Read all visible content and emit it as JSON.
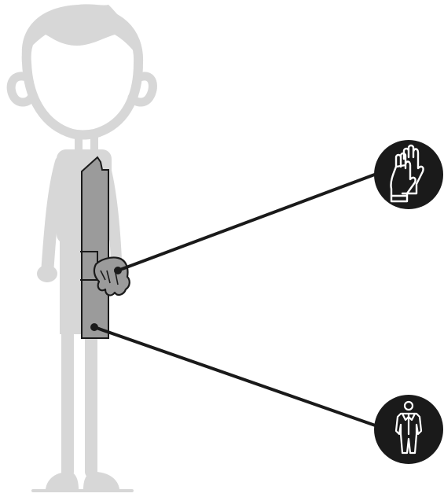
{
  "figure": {
    "subject": "person-silhouette",
    "callouts": [
      {
        "id": "gloves",
        "icon": "gloves-icon",
        "target": "hand"
      },
      {
        "id": "apron",
        "icon": "protective-suit-icon",
        "target": "apron"
      }
    ]
  },
  "colors": {
    "background": "#ffffff",
    "silhouette": "#d7d7d7",
    "apron_fill": "#9b9b9b",
    "line": "#1a1a1a",
    "badge": "#1a1a1a",
    "icon": "#ffffff"
  }
}
